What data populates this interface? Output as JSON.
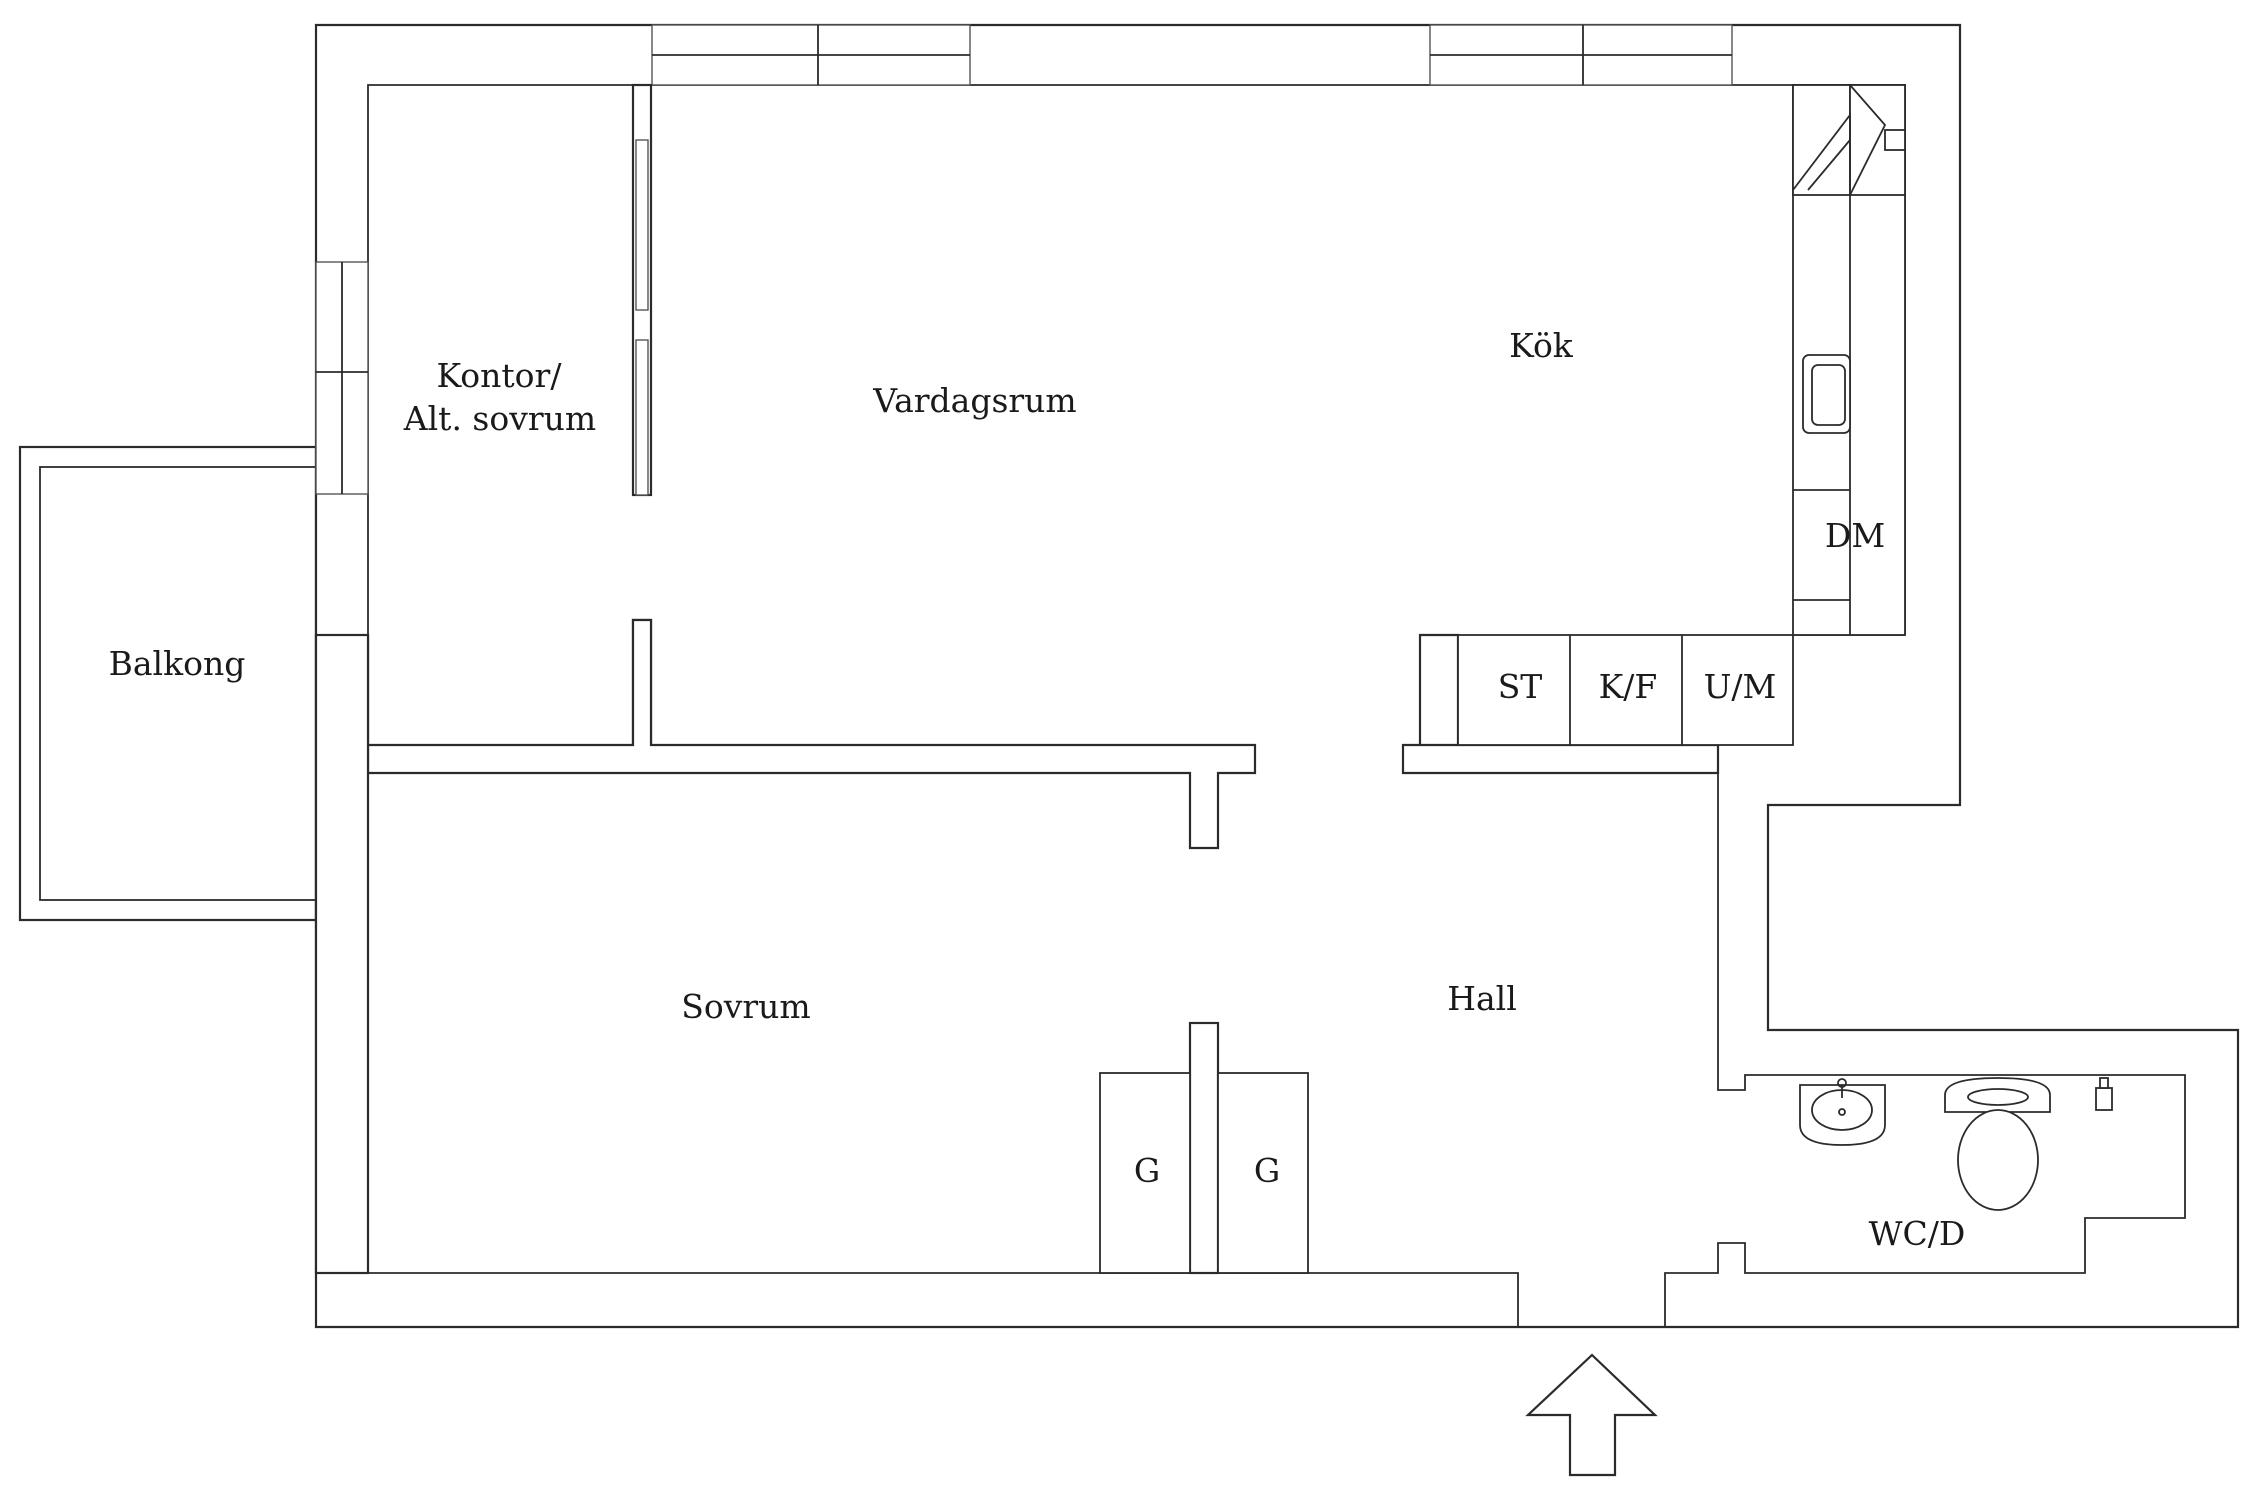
{
  "rooms": {
    "kontor_line1": "Kontor/",
    "kontor_line2": "Alt. sovrum",
    "vardagsrum": "Vardagsrum",
    "kok": "Kök",
    "dm": "DM",
    "st": "ST",
    "kf": "K/F",
    "um": "U/M",
    "balkong": "Balkong",
    "sovrum": "Sovrum",
    "hall": "Hall",
    "g1": "G",
    "g2": "G",
    "wcd": "WC/D"
  },
  "colors": {
    "line": "#2b2b2b",
    "background": "#ffffff"
  },
  "icons": [
    "entrance-arrow-icon",
    "stove-icon",
    "sink-icon",
    "washbasin-icon",
    "toilet-icon",
    "shower-icon"
  ]
}
